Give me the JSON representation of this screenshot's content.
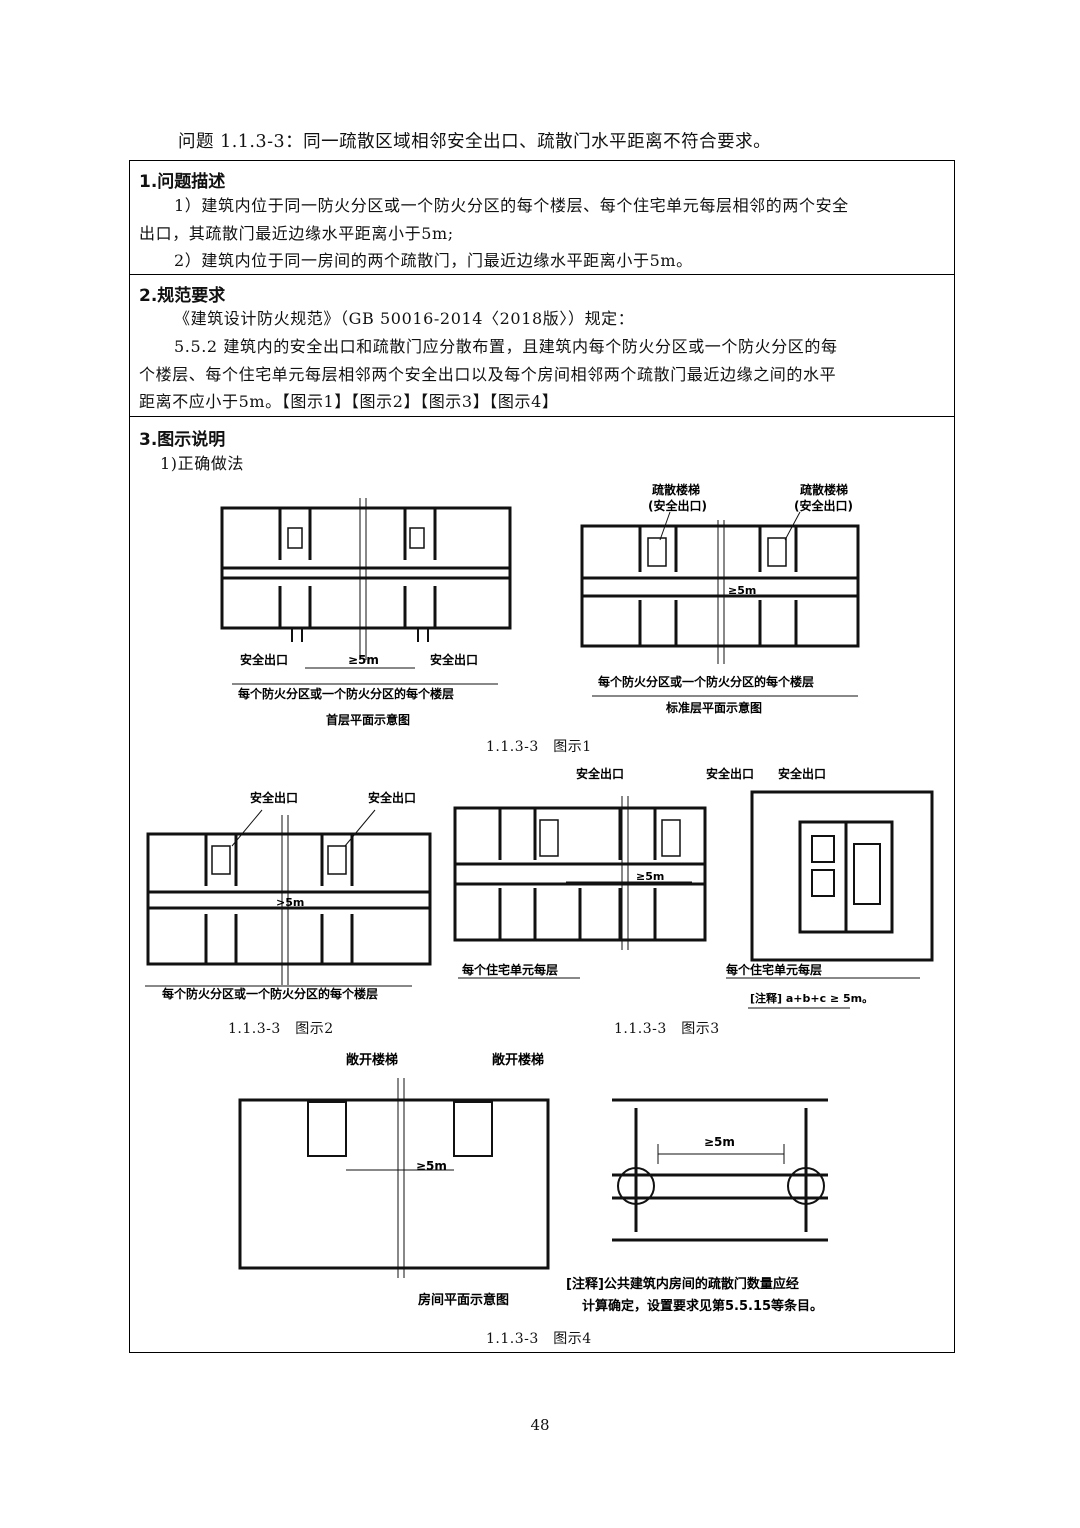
{
  "title": "问题 1.1.3-3：同一疏散区域相邻安全出口、疏散门水平距离不符合要求。",
  "section1": {
    "heading": "1.问题描述",
    "p1a": "1）建筑内位于同一防火分区或一个防火分区的每个楼层、每个住宅单元每层相邻的两个安全",
    "p1b": "出口，其疏散门最近边缘水平距离小于5m;",
    "p2": "2）建筑内位于同一房间的两个疏散门，门最近边缘水平距离小于5m。"
  },
  "section2": {
    "heading": "2.规范要求",
    "p1": "《建筑设计防火规范》（GB 50016-2014〈2018版〉）规定：",
    "p2a": "5.5.2 建筑内的安全出口和疏散门应分散布置，且建筑内每个防火分区或一个防火分区的每",
    "p2b": "个楼层、每个住宅单元每层相邻两个安全出口以及每个房间相邻两个疏散门最近边缘之间的水平",
    "p2c": "距离不应小于5m。【图示1】【图示2】【图示3】【图示4】"
  },
  "section3": {
    "heading": "3.图示说明",
    "sub": "1)正确做法",
    "fig1": {
      "caption": "1.1.3-3　图示1",
      "left_exit_a": "安全出口",
      "left_exit_b": "安全出口",
      "left_dist": "≥5m",
      "left_floor": "每个防火分区或一个防火分区的每个楼层",
      "left_title": "首层平面示意图",
      "right_stair": "疏散楼梯",
      "right_stair_sub": "(安全出口)",
      "right_stair2": "疏散楼梯",
      "right_stair2_sub": "(安全出口)",
      "right_dist": "≥5m",
      "right_floor": "每个防火分区或一个防火分区的每个楼层",
      "right_title": "标准层平面示意图"
    },
    "fig2": {
      "caption": "1.1.3-3　图示2",
      "exit_a": "安全出口",
      "exit_b": "安全出口",
      "dist": ">5m",
      "floor": "每个防火分区或一个防火分区的每个楼层"
    },
    "fig3": {
      "caption": "1.1.3-3　图示3",
      "exit_a": "安全出口",
      "exit_b": "安全出口",
      "exit_c": "安全出口",
      "dist": "≥5m",
      "unit": "每个住宅单元每层",
      "unit2": "每个住宅单元每层",
      "note": "[注释] a+b+c ≥ 5m。"
    },
    "fig4": {
      "caption": "1.1.3-3　图示4",
      "stair_a": "敞开楼梯",
      "stair_b": "敞开楼梯",
      "dist_left": "≥5m",
      "dist_right": "≥5m",
      "title": "房间平面示意图",
      "note_a": "[注释]公共建筑内房间的疏散门数量应经",
      "note_b": "计算确定，设置要求见第5.5.15等条目。"
    }
  },
  "page_number": "48"
}
